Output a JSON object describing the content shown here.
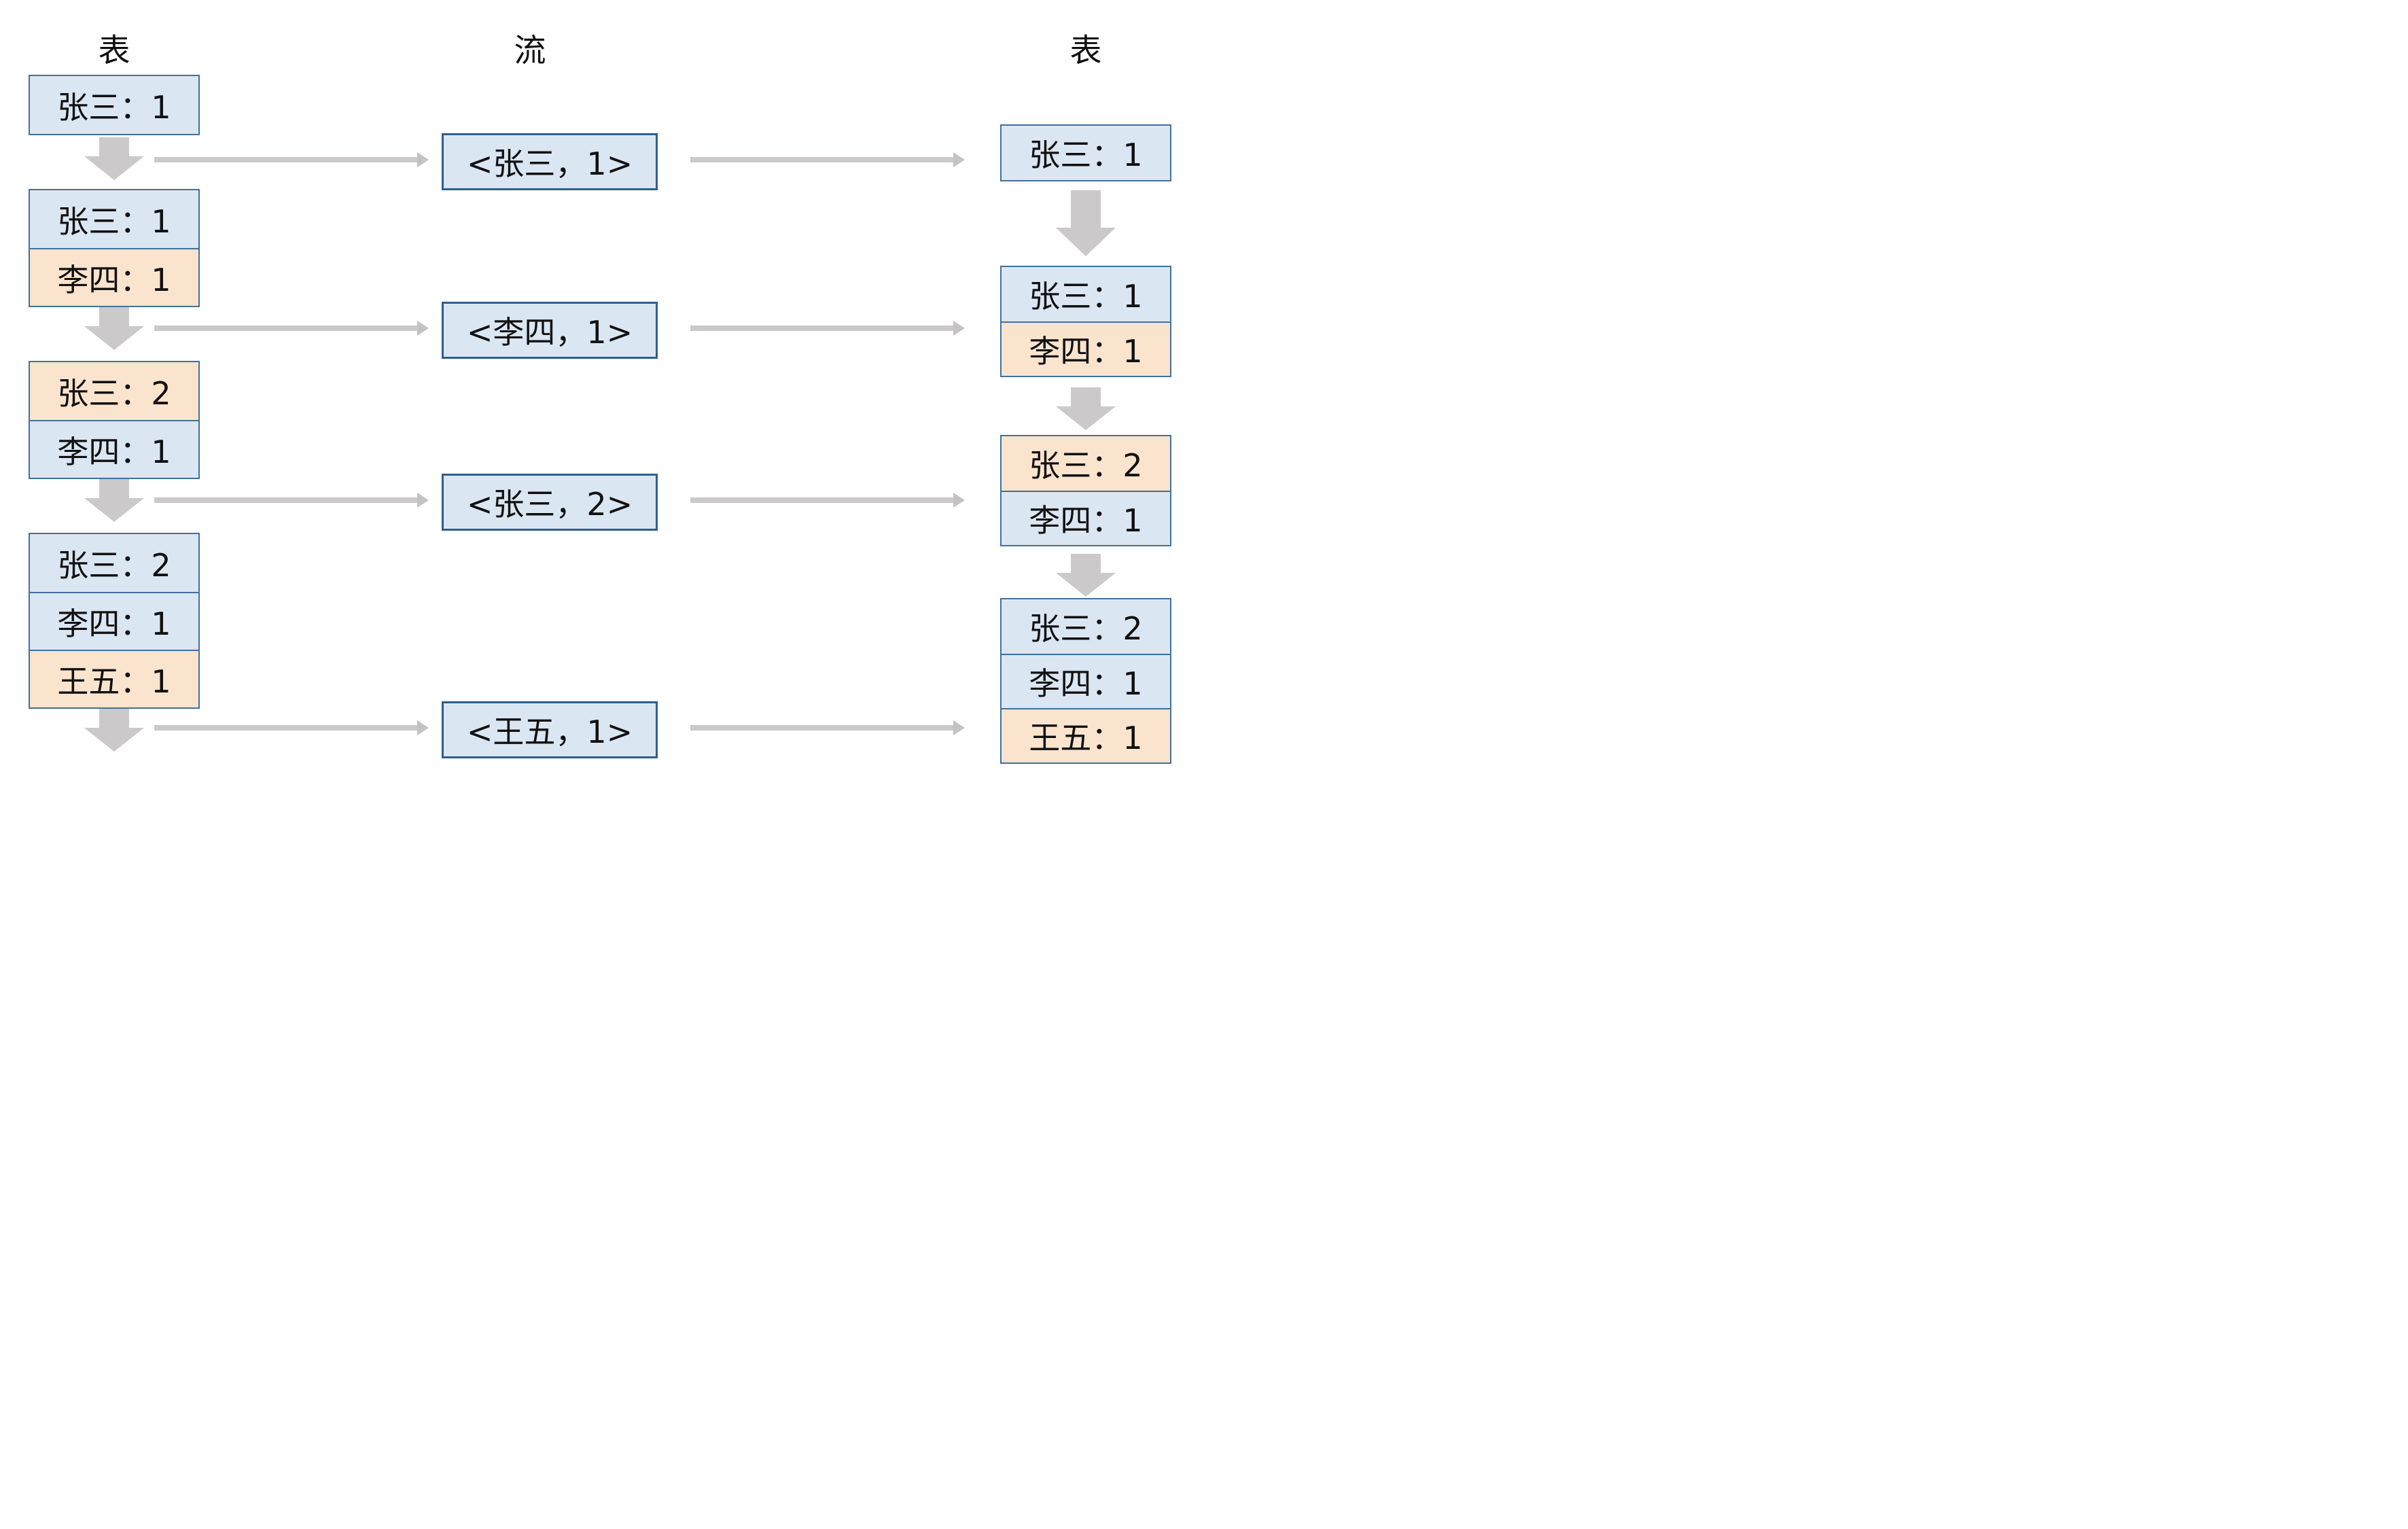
{
  "headers": {
    "left": "表",
    "middle": "流",
    "right": "表"
  },
  "left_states": [
    {
      "rows": [
        {
          "text": "张三：1",
          "variant": "blue"
        }
      ]
    },
    {
      "rows": [
        {
          "text": "张三：1",
          "variant": "blue"
        },
        {
          "text": "李四：1",
          "variant": "orange"
        }
      ]
    },
    {
      "rows": [
        {
          "text": "张三：2",
          "variant": "orange"
        },
        {
          "text": "李四：1",
          "variant": "blue"
        }
      ]
    },
    {
      "rows": [
        {
          "text": "张三：2",
          "variant": "blue"
        },
        {
          "text": "李四：1",
          "variant": "blue"
        },
        {
          "text": "王五：1",
          "variant": "orange"
        }
      ]
    }
  ],
  "stream_events": [
    "<张三，1>",
    "<李四，1>",
    "<张三，2>",
    "<王五，1>"
  ],
  "right_states": [
    {
      "rows": [
        {
          "text": "张三：1",
          "variant": "blue"
        }
      ]
    },
    {
      "rows": [
        {
          "text": "张三：1",
          "variant": "blue"
        },
        {
          "text": "李四：1",
          "variant": "orange"
        }
      ]
    },
    {
      "rows": [
        {
          "text": "张三：2",
          "variant": "orange"
        },
        {
          "text": "李四：1",
          "variant": "blue"
        }
      ]
    },
    {
      "rows": [
        {
          "text": "张三：2",
          "variant": "blue"
        },
        {
          "text": "李四：1",
          "variant": "blue"
        },
        {
          "text": "王五：1",
          "variant": "orange"
        }
      ]
    }
  ],
  "colors": {
    "blue_fill": "#dbe6f3",
    "orange_fill": "#fbe4cd",
    "box_border": "#41719c",
    "stream_border": "#2e5f8c",
    "connector_gray": "#cbc9c9",
    "text": "#111111",
    "background": "#ffffff"
  }
}
